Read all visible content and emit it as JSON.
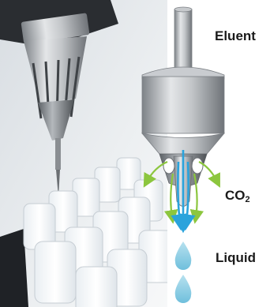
{
  "labels": {
    "eluent": "Eluent",
    "co2_base": "CO",
    "co2_sub": "2",
    "liquid": "Liquid"
  },
  "colors": {
    "flow_arrow": "#2aa3dc",
    "gas_arrow": "#8cc63e",
    "droplet": "#8fcde4",
    "metal": "#b9bcbf"
  },
  "icons": [
    "needle",
    "vial-rack",
    "nozzle",
    "droplet"
  ]
}
